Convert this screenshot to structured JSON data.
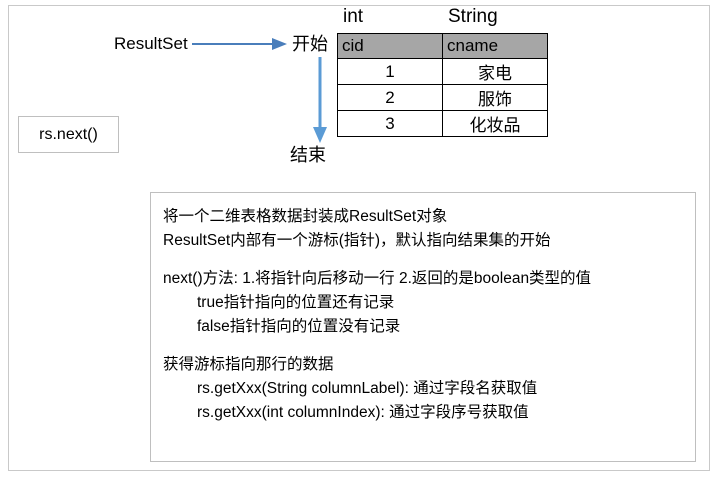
{
  "diagram": {
    "resultset_label": "ResultSet",
    "start_label": "开始",
    "end_label": "结束",
    "next_box_label": "rs.next()",
    "arrow_horizontal_color": "#4A7EBB",
    "arrow_vertical_color": "#5B9BD5",
    "header_fill_color": "#A6A6A6",
    "box_border_color": "#BFBFBF"
  },
  "type_labels": {
    "col1": "int",
    "col2": "String"
  },
  "table": {
    "headers": [
      "cid",
      "cname"
    ],
    "rows": [
      [
        "1",
        "家电"
      ],
      [
        "2",
        "服饰"
      ],
      [
        "3",
        "化妆品"
      ]
    ]
  },
  "description": {
    "lines": [
      "将一个二维表格数据封装成ResultSet对象",
      "ResultSet内部有一个游标(指针)，默认指向结果集的开始",
      "",
      "next()方法: 1.将指针向后移动一行 2.返回的是boolean类型的值",
      "true指针指向的位置还有记录",
      "false指针指向的位置没有记录",
      "",
      "获得游标指向那行的数据",
      "rs.getXxx(String columnLabel): 通过字段名获取值",
      "rs.getXxx(int columnIndex): 通过字段序号获取值"
    ]
  }
}
